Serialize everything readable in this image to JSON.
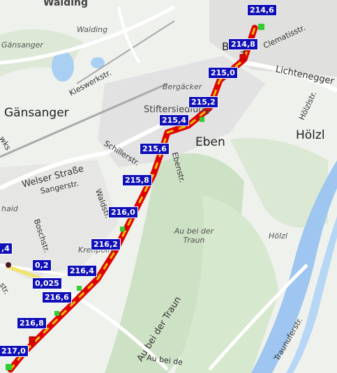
{
  "places": {
    "walding_top": "Walding",
    "walding": "Walding",
    "gaensanger_small": "Gänsanger",
    "gaensanger": "Gänsanger",
    "bergaecker": "Bergäcker",
    "stiftersiedlung": "Stiftersiedlung",
    "eben": "Eben",
    "hoelzl": "Hölzl",
    "hoelzl_small": "Hölzl",
    "au_bei_der_traun": "Au bei der Traun",
    "au_bei_der_traun_small": "Au bei der Traun",
    "au_bei_de": "Au bei de",
    "krenpoint": "Krenpoint",
    "haid": "haid",
    "berg": "Berg"
  },
  "streets": {
    "kieswerkstr": "Kieswerkstr.",
    "welser": "Welser Straße",
    "sanger": "Sangerstr.",
    "schiller": "Schillerstr.",
    "waldstr": "Waldstr.",
    "bosch": "Boschstr.",
    "ebenstr": "Ebenstr.",
    "clematis": "Clematisstr.",
    "lichtenegger": "Lichtenegger",
    "hoelzlstr": "Hölzlstr.",
    "traunufer": "Traunuferstr.",
    "au_traun": "Au bei der Traun",
    "wks": "wks",
    "str": "str."
  },
  "km_markers": [
    "214,6",
    "214,8",
    "215,0",
    "215,2",
    "215,4",
    "215,6",
    "215,8",
    "216,0",
    "216,2",
    "216,4",
    "216,6",
    "216,8",
    "217,0"
  ],
  "side_markers": [
    ",4",
    "0,2",
    "0,025"
  ],
  "colors": {
    "route": "#e00000",
    "route_core": "#e8c000",
    "marker_bg": "#1010b8",
    "river": "#9ec6f0",
    "forest": "#cfe3c6"
  }
}
